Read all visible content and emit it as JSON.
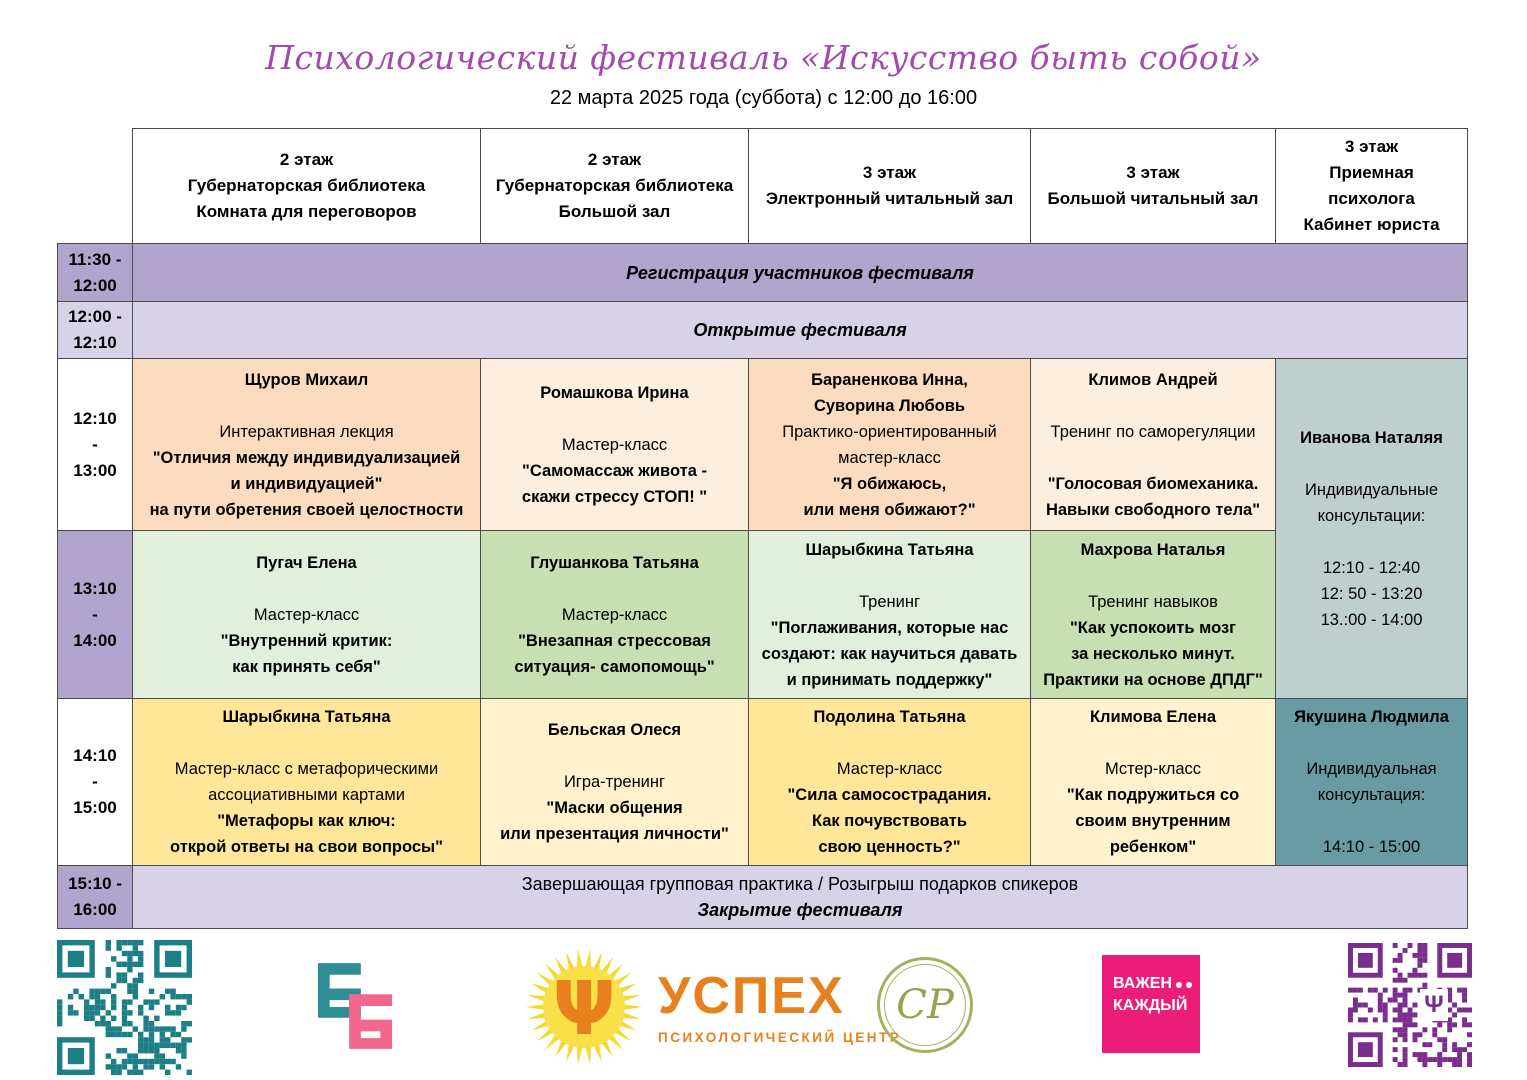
{
  "title": "Психологический фестиваль «Искусство быть собой»",
  "subtitle": "22 марта 2025 года (суббота) с 12:00 до 16:00",
  "colors": {
    "title": "#a449ae",
    "border": "#4b4b4b",
    "purple_medium": "#b1a5ce",
    "purple_light": "#d8d2e9",
    "peach_dark": "#fbdcbe",
    "peach_light": "#fdeedd",
    "green_light": "#e2efda",
    "green_medium": "#c6e0b4",
    "yellow_dark": "#ffe699",
    "yellow_light": "#fff2cc",
    "teal_light": "#bed0ce",
    "teal_dark": "#689ba4",
    "qr_teal": "#1d7f86",
    "qr_purple": "#7b2d8e",
    "uspekh_orange": "#e8811d",
    "vazhen_pink": "#ec1d78"
  },
  "header": {
    "columns": [
      {
        "floor": "2 этаж",
        "name": "Губернаторская библиотека",
        "room": "Комната для переговоров"
      },
      {
        "floor": "2 этаж",
        "name": "Губернаторская библиотека",
        "room": "Большой зал"
      },
      {
        "floor": "3 этаж",
        "name": "Электронный читальный зал",
        "room": ""
      },
      {
        "floor": "3 этаж",
        "name": "Большой читальный зал",
        "room": ""
      },
      {
        "floor": "3 этаж",
        "name": "Приемная психолога",
        "room": "Кабинет юриста"
      }
    ]
  },
  "rows": [
    {
      "kind": "band",
      "h": 58,
      "time": [
        "11:30 -",
        "12:00"
      ],
      "time_bg": "purple_medium",
      "bg": "purple_medium",
      "lines": [
        {
          "t": "Регистрация участников фестиваля",
          "b": true,
          "i": true
        }
      ]
    },
    {
      "kind": "band",
      "h": 57,
      "time": [
        "12:00 -",
        "12:10"
      ],
      "time_bg": "purple_light",
      "bg": "purple_light",
      "lines": [
        {
          "t": "Открытие фестиваля",
          "b": true,
          "i": true
        }
      ]
    },
    {
      "kind": "sessions",
      "h": 172,
      "time": [
        "12:10",
        "-",
        "13:00"
      ],
      "time_bg": "white",
      "cells": [
        {
          "bg": "peach_dark",
          "lines": [
            {
              "t": "Щуров Михаил",
              "b": true
            },
            {
              "t": ""
            },
            {
              "t": "Интерактивная лекция"
            },
            {
              "t": "\"Отличия между индивидуализацией",
              "b": true
            },
            {
              "t": "и индивидуацией\"",
              "b": true
            },
            {
              "t": "на пути обретения своей целостности",
              "b": true
            }
          ]
        },
        {
          "bg": "peach_light",
          "lines": [
            {
              "t": "Ромашкова Ирина",
              "b": true
            },
            {
              "t": ""
            },
            {
              "t": "Мастер-класс"
            },
            {
              "t": "\"Самомассаж живота -",
              "b": true
            },
            {
              "t": "скажи стрессу СТОП! \"",
              "b": true
            }
          ]
        },
        {
          "bg": "peach_dark",
          "lines": [
            {
              "t": "Бараненкова Инна,",
              "b": true
            },
            {
              "t": "Суворина Любовь",
              "b": true
            },
            {
              "t": "Практико-ориентированный"
            },
            {
              "t": "мастер-класс"
            },
            {
              "t": "\"Я обижаюсь,",
              "b": true
            },
            {
              "t": "или меня обижают?\"",
              "b": true
            }
          ]
        },
        {
          "bg": "peach_light",
          "lines": [
            {
              "t": "Климов Андрей",
              "b": true
            },
            {
              "t": ""
            },
            {
              "t": "Тренинг по саморегуляции"
            },
            {
              "t": ""
            },
            {
              "t": "\"Голосовая биомеханика.",
              "b": true
            },
            {
              "t": "Навыки свободного тела\"",
              "b": true
            }
          ]
        },
        {
          "bg": "teal_light",
          "rowspan": 2,
          "lines": [
            {
              "t": "Иванова Наталяя",
              "b": true
            },
            {
              "t": ""
            },
            {
              "t": "Индивидуальные"
            },
            {
              "t": "консультации:"
            },
            {
              "t": ""
            },
            {
              "t": "12:10 - 12:40"
            },
            {
              "t": "12: 50 - 13:20"
            },
            {
              "t": "13.:00 - 14:00"
            }
          ]
        }
      ]
    },
    {
      "kind": "sessions",
      "h": 168,
      "time": [
        "13:10",
        "-",
        "14:00"
      ],
      "time_bg": "purple_medium",
      "cells": [
        {
          "bg": "green_light",
          "lines": [
            {
              "t": "Пугач Елена",
              "b": true
            },
            {
              "t": ""
            },
            {
              "t": "Мастер-класс"
            },
            {
              "t": "\"Внутренний критик:",
              "b": true
            },
            {
              "t": "как принять себя\"",
              "b": true
            }
          ]
        },
        {
          "bg": "green_medium",
          "lines": [
            {
              "t": "Глушанкова Татьяна",
              "b": true
            },
            {
              "t": ""
            },
            {
              "t": "Мастер-класс"
            },
            {
              "t": "\"Внезапная стрессовая",
              "b": true
            },
            {
              "t": "ситуация- самопомощь\"",
              "b": true
            }
          ]
        },
        {
          "bg": "green_light",
          "lines": [
            {
              "t": "Шарыбкина Татьяна",
              "b": true
            },
            {
              "t": ""
            },
            {
              "t": "Тренинг"
            },
            {
              "t": "\"Поглаживания, которые нас",
              "b": true
            },
            {
              "t": "создают: как научиться давать",
              "b": true
            },
            {
              "t": "и принимать поддержку\"",
              "b": true
            }
          ]
        },
        {
          "bg": "green_medium",
          "lines": [
            {
              "t": "Махрова Наталья",
              "b": true
            },
            {
              "t": ""
            },
            {
              "t": "Тренинг навыков"
            },
            {
              "t": "\"Как успокоить мозг",
              "b": true
            },
            {
              "t": "за несколько минут.",
              "b": true
            },
            {
              "t": "Практики на основе ДПДГ\"",
              "b": true
            }
          ]
        }
      ]
    },
    {
      "kind": "sessions",
      "h": 165,
      "time": [
        "14:10",
        "-",
        "15:00"
      ],
      "time_bg": "white",
      "cells": [
        {
          "bg": "yellow_dark",
          "lines": [
            {
              "t": "Шарыбкина Татьяна",
              "b": true
            },
            {
              "t": ""
            },
            {
              "t": "Мастер-класс с метафорическими"
            },
            {
              "t": "ассоциативными картами"
            },
            {
              "t": "\"Метафоры как ключ:",
              "b": true
            },
            {
              "t": "открой ответы на свои вопросы\"",
              "b": true
            }
          ]
        },
        {
          "bg": "yellow_light",
          "lines": [
            {
              "t": "Бельская Олеся",
              "b": true
            },
            {
              "t": ""
            },
            {
              "t": "Игра-тренинг"
            },
            {
              "t": "\"Маски общения",
              "b": true
            },
            {
              "t": "или презентация личности\"",
              "b": true
            }
          ]
        },
        {
          "bg": "yellow_dark",
          "lines": [
            {
              "t": "Подолина Татьяна",
              "b": true
            },
            {
              "t": ""
            },
            {
              "t": "Мастер-класс"
            },
            {
              "t": "\"Сила самосострадания.",
              "b": true
            },
            {
              "t": "Как почувствовать",
              "b": true
            },
            {
              "t": "свою ценность?\"",
              "b": true
            }
          ]
        },
        {
          "bg": "yellow_light",
          "lines": [
            {
              "t": "Климова Елена",
              "b": true
            },
            {
              "t": ""
            },
            {
              "t": "Мстер-класс"
            },
            {
              "t": "\"Как подружиться со",
              "b": true
            },
            {
              "t": "своим внутренним",
              "b": true
            },
            {
              "t": "ребенком\"",
              "b": true
            }
          ]
        },
        {
          "bg": "teal_dark",
          "lines": [
            {
              "t": "Якушина Людмила",
              "b": true
            },
            {
              "t": ""
            },
            {
              "t": "Индивидуальная"
            },
            {
              "t": "консультация:"
            },
            {
              "t": ""
            },
            {
              "t": "14:10 - 15:00"
            }
          ]
        }
      ]
    },
    {
      "kind": "band",
      "h": 60,
      "time": [
        "15:10 -",
        "16:00"
      ],
      "time_bg": "purple_medium",
      "bg": "purple_light",
      "lines": [
        {
          "t": "Завершающая групповая практика / Розыгрыш подарков спикеров"
        },
        {
          "t": "Закрытие фестиваля",
          "b": true,
          "i": true
        }
      ]
    }
  ],
  "logos": {
    "uspekh": {
      "psi": "Ψ",
      "title": "УСПЕХ",
      "subtitle": "ПСИХОЛОГИЧЕСКИЙ ЦЕНТР"
    },
    "monogram": "СР",
    "vazhen": {
      "line1": "ВАЖЕН",
      "line2": "КАЖДЫЙ"
    },
    "qr_overlay": "Ψ"
  }
}
